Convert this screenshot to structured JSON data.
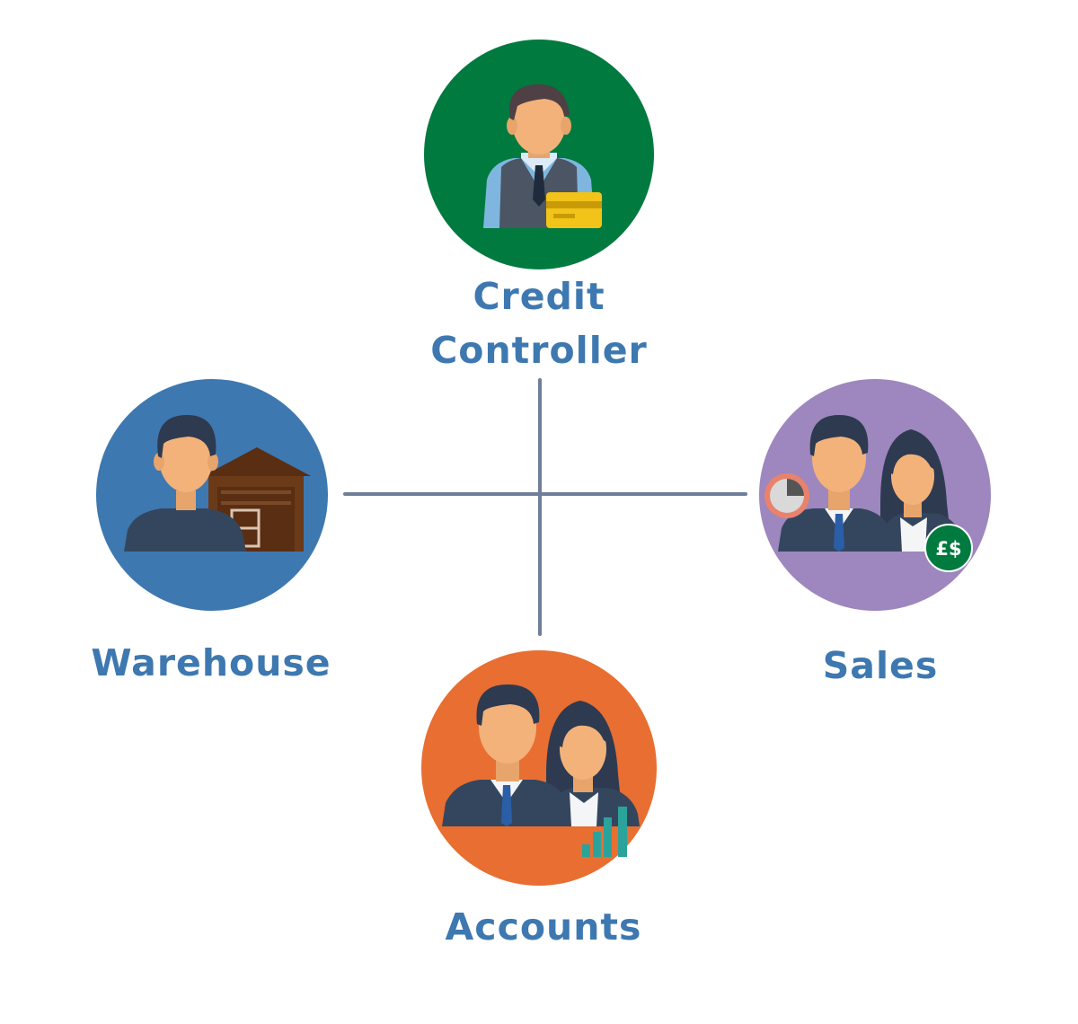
{
  "nodes": {
    "credit_controller": {
      "label_line1": "Credit",
      "label_line2": "Controller",
      "circle_color": "#007A3E"
    },
    "warehouse": {
      "label": "Warehouse",
      "circle_color": "#3E78B0"
    },
    "sales": {
      "label": "Sales",
      "circle_color": "#9D87BE",
      "currency_badge": "£$"
    },
    "accounts": {
      "label": "Accounts",
      "circle_color": "#E86E32"
    }
  },
  "colors": {
    "label_text": "#3E78B0",
    "connector": "#6F7E99",
    "skin": "#F2B27A",
    "hair": "#3A4660",
    "suit": "#35485E"
  },
  "icons": [
    "banker-icon",
    "credit-card-icon",
    "worker-icon",
    "warehouse-icon",
    "sales-team-icon",
    "pie-chart-icon",
    "currency-badge-icon",
    "accountants-icon",
    "bar-chart-icon"
  ]
}
